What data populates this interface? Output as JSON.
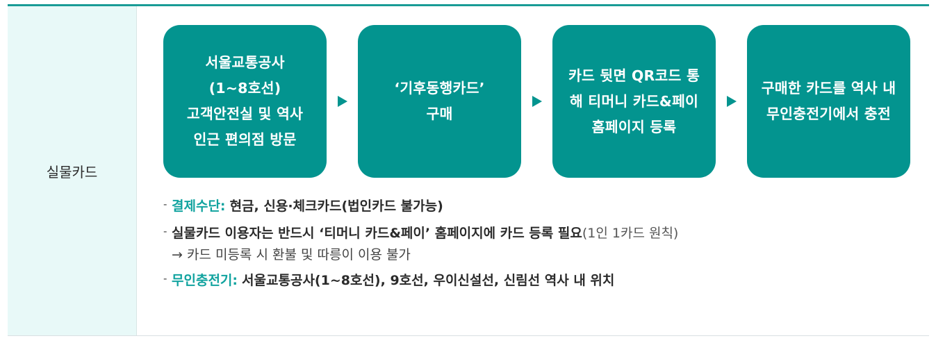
{
  "row_header": "실물카드",
  "steps": [
    "서울교통공사\n(1~8호선)\n고객안전실 및 역사\n인근 편의점 방문",
    "‘기후동행카드’\n구매",
    "카드 뒷면 QR코드 통\n해 티머니 카드&페이\n홈페이지 등록",
    "구매한 카드를 역사 내\n무인충전기에서 충전"
  ],
  "arrow_icon": "triangle-right-icon",
  "colors": {
    "accent": "#03948f",
    "header_bg": "#e8f9f8",
    "top_border": "#199b96",
    "label_teal": "#11a39f"
  },
  "notes": {
    "payment_label": "결제수단:",
    "payment_value": "현금, 신용·체크카드(법인카드 불가능)",
    "registration_text": "실물카드 이용자는 반드시 ‘티머니 카드&페이’ 홈페이지에 카드 등록 필요",
    "registration_suffix": "(1인 1카드 원칙)",
    "registration_sub": "→ 카드 미등록 시 환불 및 따릉이 이용 불가",
    "charger_label": "무인충전기:",
    "charger_value": "서울교통공사(1~8호선), 9호선, 우이신설선, 신림선 역사 내 위치"
  }
}
